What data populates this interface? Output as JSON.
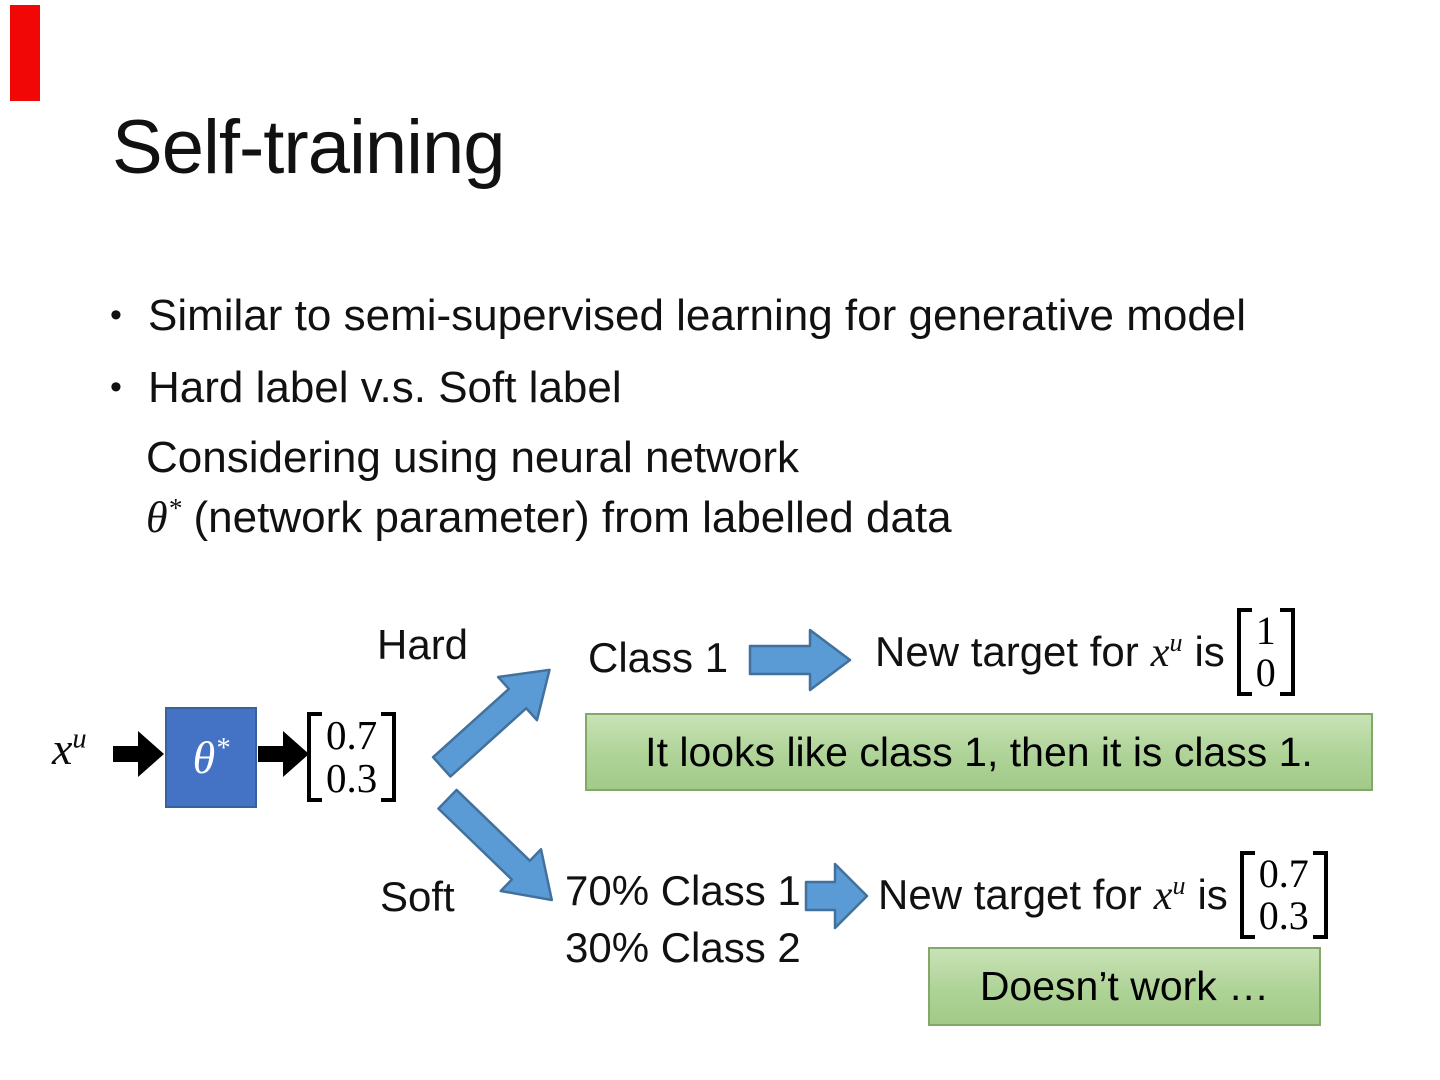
{
  "slide": {
    "title": "Self-training",
    "bullet_char": "•",
    "bullets": [
      {
        "text": "Similar to semi-supervised learning for generative model"
      },
      {
        "text": "Hard label v.s. Soft label"
      }
    ],
    "sub_lines": {
      "line1": "Considering using neural network",
      "line2_math_base": "θ",
      "line2_math_sup": "*",
      "line2_text": "(network parameter) from labelled data"
    }
  },
  "diagram": {
    "input": {
      "base": "x",
      "sup": "u"
    },
    "network_box": {
      "base": "θ",
      "sup": "*"
    },
    "output_vector": [
      "0.7",
      "0.3"
    ],
    "hard": {
      "label": "Hard",
      "class_label": "Class 1",
      "target_before": "New target for",
      "target_math": {
        "base": "x",
        "sup": "u"
      },
      "target_after": "is",
      "target_vector": [
        "1",
        "0"
      ],
      "note": "It looks like class 1, then it is class 1."
    },
    "soft": {
      "label": "Soft",
      "class_line1": "70% Class 1",
      "class_line2": "30% Class 2",
      "target_before": "New target for",
      "target_math": {
        "base": "x",
        "sup": "u"
      },
      "target_after": "is",
      "target_vector": [
        "0.7",
        "0.3"
      ],
      "note": "Doesn’t work …"
    }
  },
  "icons": {
    "black_arrow": "right-block-arrow",
    "blue_arrow": "right-block-arrow"
  },
  "colors": {
    "red_marker": "#f20707",
    "network_box_fill": "#4472c4",
    "blue_arrow_fill": "#5b9bd5",
    "blue_arrow_stroke": "#41719c",
    "green_note_fill": "#aed397",
    "green_note_border": "#82a967",
    "text": "#0d0d0d",
    "background": "#ffffff"
  }
}
